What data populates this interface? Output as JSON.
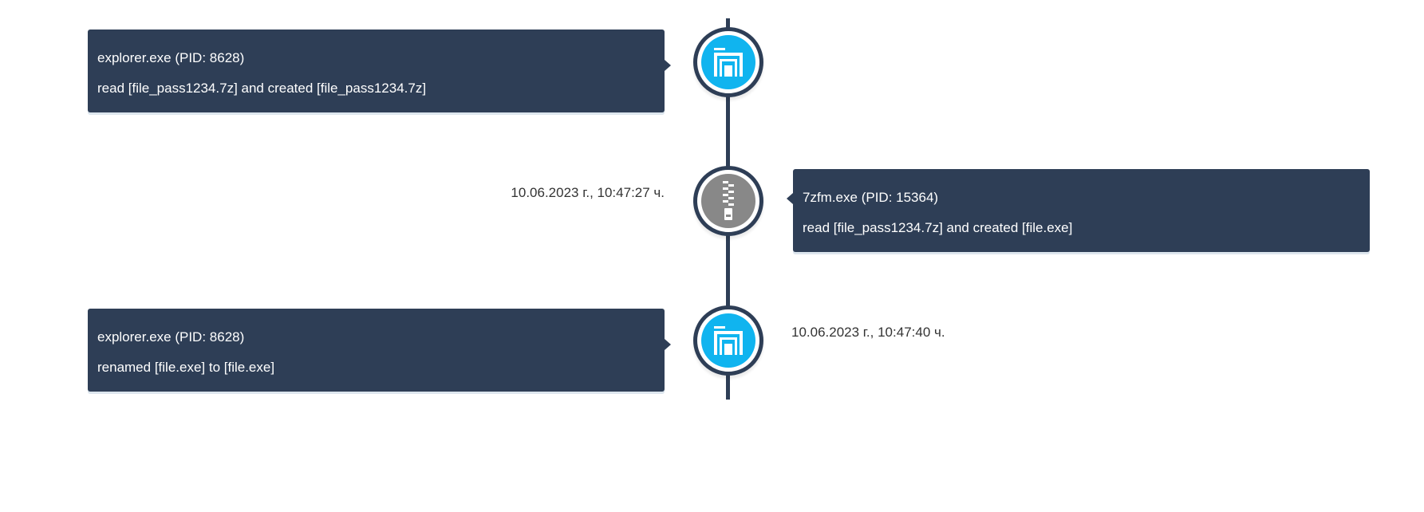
{
  "colors": {
    "card": "#2e3e56",
    "explorer_icon": "#10b4ef",
    "archive_icon": "#888888"
  },
  "events": [
    {
      "process": "explorer.exe (PID: 8628)",
      "action": "read [file_pass1234.7z] and created [file_pass1234.7z]",
      "icon": "folder-icon"
    },
    {
      "process": "7zfm.exe (PID: 15364)",
      "action": "read [file_pass1234.7z] and created [file.exe]",
      "icon": "zip-archive-icon",
      "timestamp": "10.06.2023 г., 10:47:27 ч."
    },
    {
      "process": "explorer.exe (PID: 8628)",
      "action": "renamed [file.exe] to [file.exe]",
      "icon": "folder-icon",
      "timestamp": "10.06.2023 г., 10:47:40 ч."
    }
  ]
}
